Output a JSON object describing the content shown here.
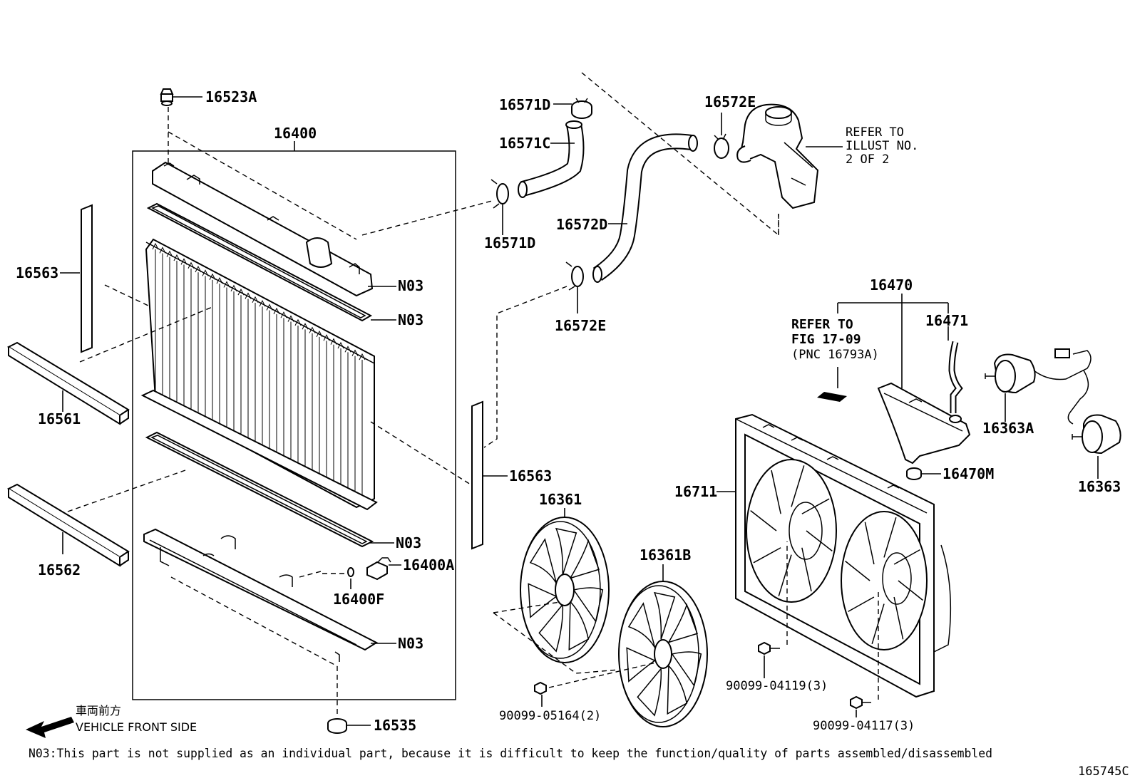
{
  "labels": {
    "p16523A": "16523A",
    "p16400": "16400",
    "p16563a": "16563",
    "p16563b": "16563",
    "p16561": "16561",
    "p16562": "16562",
    "n03a": "N03",
    "n03b": "N03",
    "n03c": "N03",
    "n03d": "N03",
    "p16400A": "16400A",
    "p16400F": "16400F",
    "p16535": "16535",
    "p16571Da": "16571D",
    "p16571C": "16571C",
    "p16571Db": "16571D",
    "p16572D": "16572D",
    "p16572Ea": "16572E",
    "p16572Eb": "16572E",
    "p16470": "16470",
    "p16471": "16471",
    "p16363A": "16363A",
    "p16363": "16363",
    "p16470M": "16470M",
    "p16711": "16711",
    "p16361": "16361",
    "p16361B": "16361B",
    "b05164": "90099-05164(2)",
    "b04119": "90099-04119(3)",
    "b04117": "90099-04117(3)"
  },
  "refs": {
    "illust_line1": "REFER TO",
    "illust_line2": "ILLUST NO.",
    "illust_line3": "2 OF 2",
    "fig_line1": "REFER TO",
    "fig_line2": "FIG 17-09",
    "fig_line3": "(PNC 16793A)"
  },
  "direction": {
    "japanese": "車両前方",
    "english": "VEHICLE FRONT SIDE"
  },
  "footnote": "N03:This part is not supplied as an individual part, because it is difficult to keep the function/quality of parts assembled/disassembled",
  "figure_id": "165745C"
}
